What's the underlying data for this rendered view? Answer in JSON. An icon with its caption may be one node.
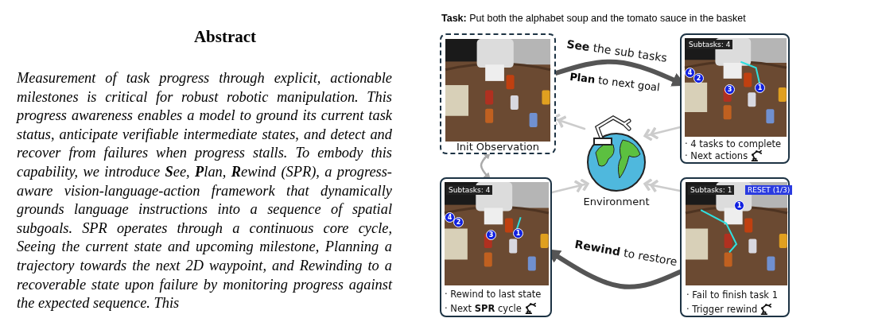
{
  "diagram": {
    "nodes": [
      {
        "text": [
          "Init Observation"
        ]
      },
      {
        "text": [
          "Subtasks: 4",
          "· 4 tasks to complete",
          "· Next actions"
        ]
      },
      {
        "text": [
          "Environment"
        ]
      },
      {
        "text": [
          "Subtasks: 4",
          "· Rewind to last state",
          "· Next **SPR** cycle"
        ]
      },
      {
        "text": [
          "Subtasks: 1",
          "RESET (1/3)",
          "· Fail to finish task 1",
          "· Trigger rewind"
        ]
      }
    ],
    "edges": [
      {
        "from": 0,
        "to": 1,
        "arrow": "to",
        "label": "**See** the sub tasks",
        "style": "thick",
        "color": "#555555"
      },
      {
        "from": 4,
        "to": 3,
        "arrow": "to",
        "label": "**Rewind** to restore",
        "style": "thick",
        "color": "#555555"
      },
      {
        "from": 1,
        "to": 2,
        "arrow": "to"
      },
      {
        "from": 2,
        "to": 0,
        "arrow": "to"
      },
      {
        "from": 3,
        "to": 2,
        "arrow": "to"
      },
      {
        "from": 4,
        "to": 2,
        "arrow": "to"
      },
      {
        "from": 3,
        "to": 0,
        "arrow": "both",
        "color": "#aaaaaa"
      }
    ],
    "labels": [
      "Abstract",
      "Measurement of task progress through explicit, actionable milestones is critical for robust robotic manipulation. This progress awareness enables a model to ground its current task status, anticipate verifiable intermediate states, and detect and recover from failures when progress stalls. To embody this capability, we introduce **S**ee, **P**lan, **R**ewind (SPR), a progress-aware vision-language-action framework that dynamically grounds language instructions into a sequence of spatial subgoals. SPR operates through a continuous core cycle, Seeing the current state and upcoming milestone, Planning a trajectory towards the next 2D waypoint, and Rewinding to a recoverable state upon failure by monitoring progress against the expected sequence. This",
      "**Task:** Put both the alphabet soup and the tomato sauce in the basket",
      "**Plan** to next goal",
      "4",
      "2",
      "3",
      "1",
      "4",
      "2",
      "3",
      "1",
      "1"
    ]
  }
}
